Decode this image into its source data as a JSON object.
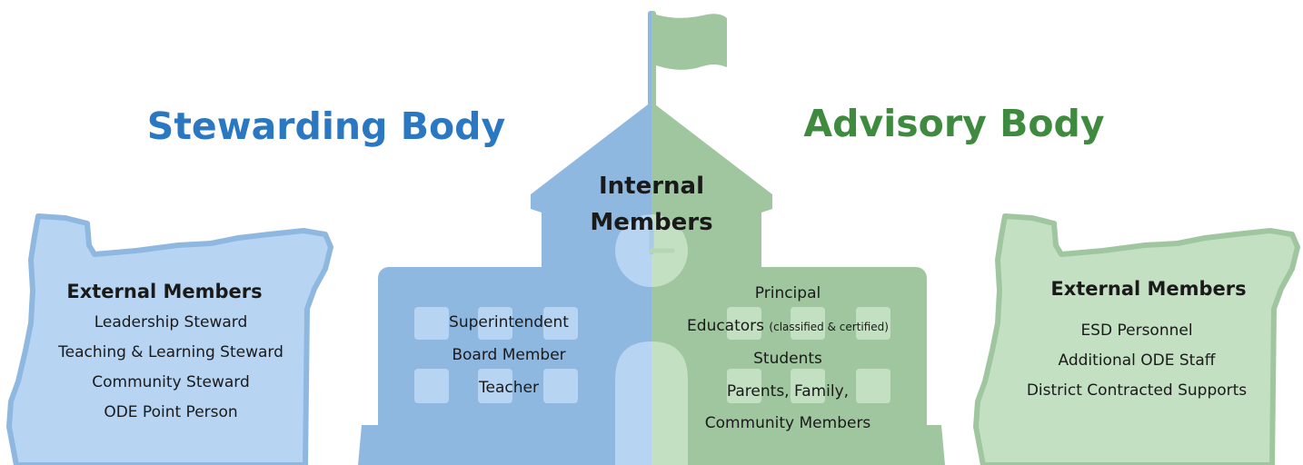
{
  "stewarding": {
    "title": "Stewarding Body",
    "external_heading": "External Members",
    "members": [
      "Leadership Steward",
      "Teaching & Learning Steward",
      "Community Steward",
      "ODE Point Person"
    ],
    "internal_members": [
      "Superintendent",
      "Board Member",
      "Teacher"
    ]
  },
  "advisory": {
    "title": "Advisory Body",
    "external_heading": "External Members",
    "members": [
      "ESD Personnel",
      "Additional ODE Staff",
      "District Contracted Supports"
    ],
    "internal_members": {
      "principal": "Principal",
      "educators": "Educators",
      "educators_note": "(classified & certified)",
      "students": "Students",
      "parents_line1": "Parents, Family,",
      "parents_line2": "Community Members"
    }
  },
  "internal": {
    "line1": "Internal",
    "line2": "Members"
  },
  "colors": {
    "blue_dark": "#8fb8e0",
    "blue_light": "#b7d5f2",
    "green_dark": "#a0c69f",
    "green_light": "#c4e0c2",
    "title_blue": "#2a78c2",
    "title_green": "#3e8a3e"
  },
  "icons": [
    "oregon-state-shape-icon",
    "schoolhouse-icon",
    "flag-icon",
    "clock-icon"
  ]
}
